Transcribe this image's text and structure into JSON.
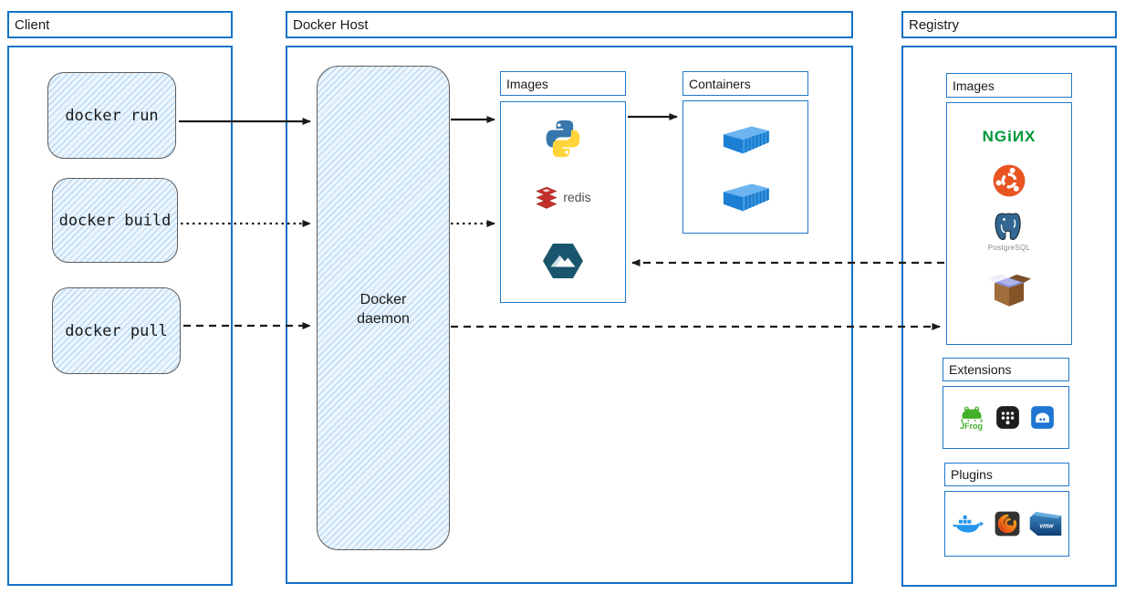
{
  "client": {
    "title": "Client",
    "commands": [
      {
        "label": "docker run"
      },
      {
        "label": "docker build"
      },
      {
        "label": "docker pull"
      }
    ]
  },
  "docker_host": {
    "title": "Docker Host",
    "daemon_label": "Docker\ndaemon",
    "images": {
      "title": "Images",
      "icons": [
        "python-icon",
        "redis-icon",
        "mountain-hexagon-icon"
      ],
      "redis_label": "redis"
    },
    "containers": {
      "title": "Containers",
      "icons": [
        "container-icon",
        "container-icon"
      ]
    }
  },
  "registry": {
    "title": "Registry",
    "images": {
      "title": "Images",
      "icons": [
        "nginx-logo",
        "ubuntu-icon",
        "postgresql-icon",
        "open-box-icon"
      ],
      "nginx_wordmark": "NGiИX",
      "postgresql_label": "PostgreSQL"
    },
    "extensions": {
      "title": "Extensions",
      "icons": [
        "jfrog-icon",
        "apps-grid-icon",
        "appliance-icon"
      ],
      "jfrog_label": "JFrog"
    },
    "plugins": {
      "title": "Plugins",
      "icons": [
        "docker-whale-icon",
        "grafana-icon",
        "vmware-icon"
      ],
      "vmware_label": "vmw"
    }
  },
  "arrows": [
    {
      "name": "docker-run-to-daemon",
      "style": "solid"
    },
    {
      "name": "docker-build-to-daemon",
      "style": "dotted"
    },
    {
      "name": "docker-pull-to-daemon",
      "style": "dashed"
    },
    {
      "name": "daemon-to-images",
      "style": "solid"
    },
    {
      "name": "daemon-to-images-build",
      "style": "dotted"
    },
    {
      "name": "images-to-containers",
      "style": "solid"
    },
    {
      "name": "registry-to-host-images",
      "style": "dashed"
    },
    {
      "name": "daemon-to-registry",
      "style": "dashed"
    }
  ],
  "colors": {
    "box_blue": "#1272c7",
    "sketch_border": "#5d5d5d",
    "arrow": "#1a1a1a",
    "nginx_green": "#009639",
    "ubuntu_orange": "#e95420",
    "redis_red": "#c6302b",
    "jfrog_green": "#43b02a",
    "hexagon_teal": "#19566e",
    "container_blue": "#2090e0"
  }
}
